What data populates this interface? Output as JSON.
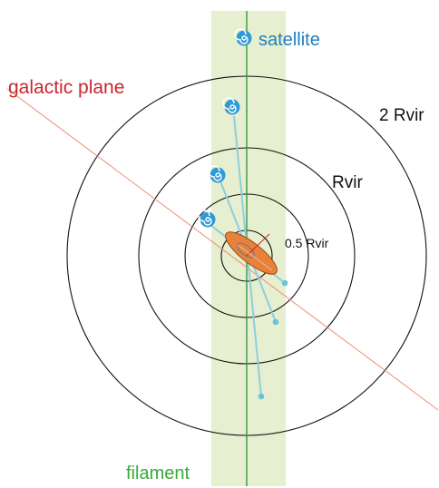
{
  "labels": {
    "satellite": "satellite",
    "galactic_plane": "galactic plane",
    "two_rvir": "2 Rvir",
    "rvir": "Rvir",
    "half_rvir": "0.5 Rvir",
    "filament": "filament"
  },
  "colors": {
    "satellite": "#1f7fbf",
    "galactic_plane": "#c8262e",
    "filament_text": "#3aa83a",
    "filament_band": "#e6efcf",
    "filament_line": "#2f8f3a",
    "plane_line": "#f08a78",
    "orbit_line": "#8dcfdf",
    "disk_fill": "#e8823a",
    "circles": "#111111"
  },
  "icons": [
    "satellite-icon"
  ]
}
